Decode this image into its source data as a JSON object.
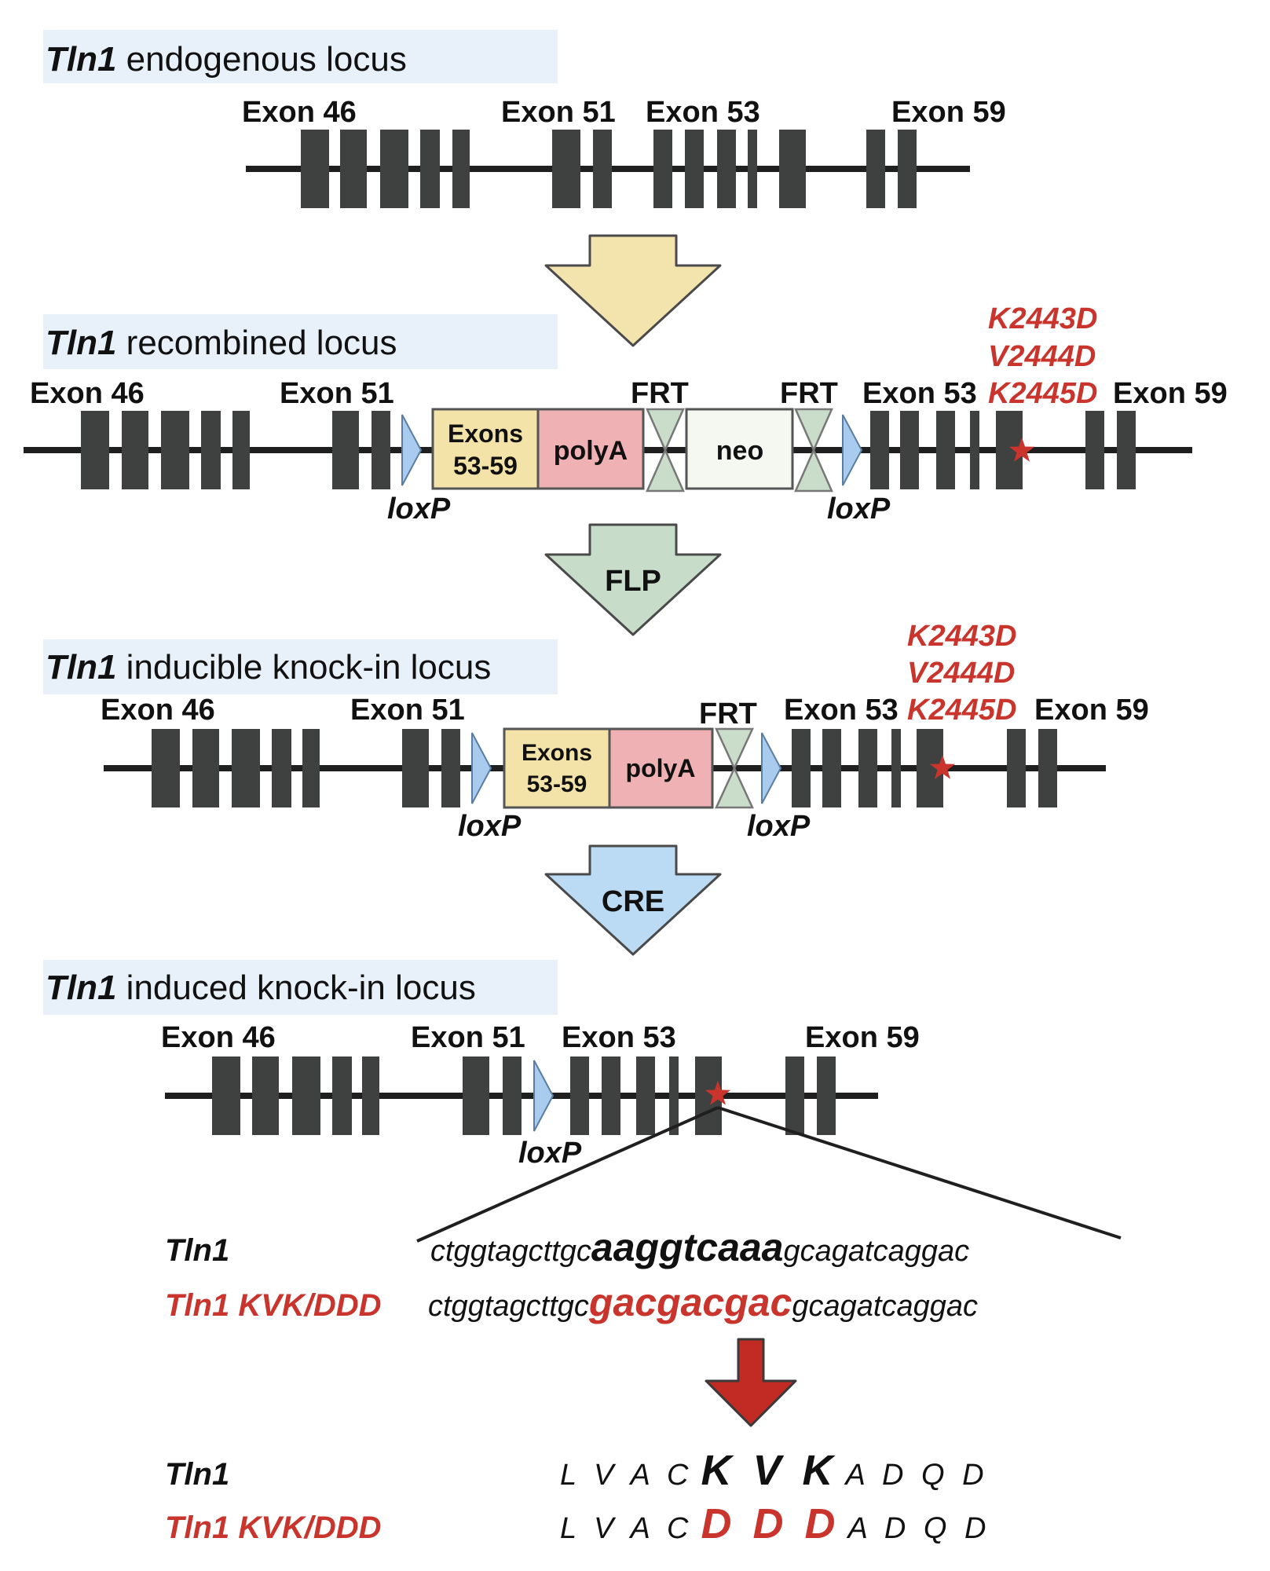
{
  "colors": {
    "exon": "#3f4040",
    "line": "#1f1f1f",
    "title_bg": "#e8f1fa",
    "mutation_red": "#c9352c",
    "loxp": "#a9cbee",
    "exons_box": "#f4e3a8",
    "polya_box": "#efb1b3",
    "frt": "#c9ddca",
    "neo_box": "#f4f8f1",
    "arrow_yellow": "#f3e4ad",
    "arrow_green": "#c8ddc9",
    "arrow_blue": "#bbdaf3",
    "arrow_red": "#c22b23"
  },
  "panels": {
    "endogenous": {
      "title_gene": "Tln1",
      "title_rest": " endogenous locus",
      "exon_labels": [
        "Exon 46",
        "Exon 51",
        "Exon 53",
        "Exon 59"
      ]
    },
    "recombined": {
      "title_gene": "Tln1",
      "title_rest": " recombined locus",
      "exon_labels": [
        "Exon 46",
        "Exon 51",
        "Exon 53",
        "Exon 59"
      ],
      "cassette_exons_line1": "Exons",
      "cassette_exons_line2": "53-59",
      "polya": "polyA",
      "neo": "neo",
      "frt_labels": [
        "FRT",
        "FRT"
      ],
      "loxp_labels": [
        "loxP",
        "loxP"
      ],
      "mutations": [
        "K2443D",
        "V2444D",
        "K2445D"
      ]
    },
    "inducible": {
      "title_gene": "Tln1",
      "title_rest": " inducible knock-in locus",
      "exon_labels": [
        "Exon 46",
        "Exon 51",
        "Exon 53",
        "Exon 59"
      ],
      "cassette_exons_line1": "Exons",
      "cassette_exons_line2": "53-59",
      "polya": "polyA",
      "frt_label": "FRT",
      "loxp_labels": [
        "loxP",
        "loxP"
      ],
      "mutations": [
        "K2443D",
        "V2444D",
        "K2445D"
      ]
    },
    "induced": {
      "title_gene": "Tln1",
      "title_rest": " induced knock-in locus",
      "exon_labels": [
        "Exon 46",
        "Exon 51",
        "Exon 53",
        "Exon 59"
      ],
      "loxp_label": "loxP"
    }
  },
  "arrows": {
    "flp": "FLP",
    "cre": "CRE"
  },
  "sequence": {
    "wt_label": "Tln1",
    "mut_label": "Tln1 KVK/DDD",
    "dna_prefix": "ctggtagcttgc",
    "dna_wt_core": "aaggtcaaa",
    "dna_mut_core": "gacgacgac",
    "dna_suffix": "gcagatcaggac",
    "aa_prefix": "L V A C",
    "aa_wt_core": "K V K",
    "aa_mut_core": "D D D",
    "aa_suffix": "A D Q D"
  }
}
